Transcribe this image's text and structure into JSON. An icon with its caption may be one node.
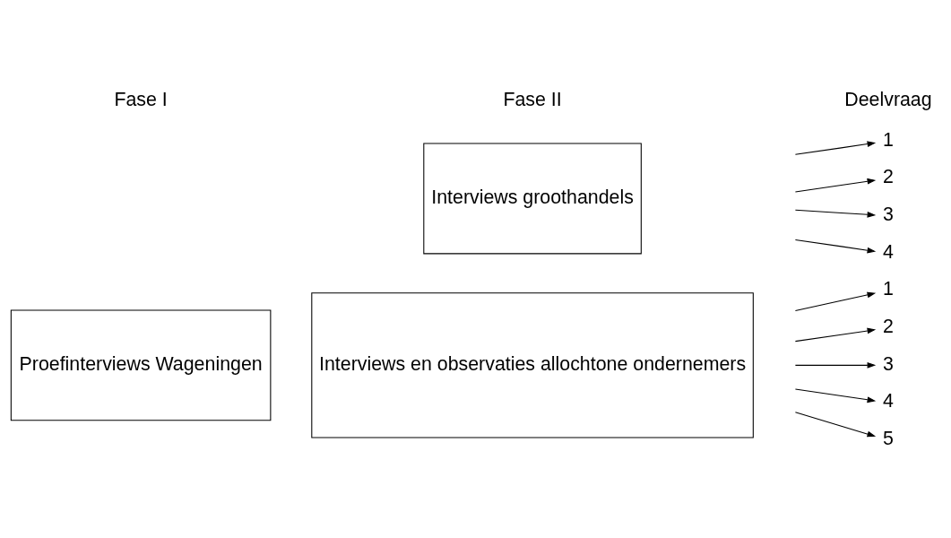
{
  "diagram": {
    "nodes": [
      {
        "text": [
          "Proefinterviews Wageningen"
        ]
      },
      {
        "text": [
          "Interviews en observaties allochtone ondernemers"
        ]
      },
      {
        "text": [
          "Interviews groothandels"
        ]
      },
      {
        "text": [
          "1"
        ]
      },
      {
        "text": [
          "2"
        ]
      },
      {
        "text": [
          "3"
        ]
      },
      {
        "text": [
          "4"
        ]
      },
      {
        "text": [
          "5"
        ]
      },
      {
        "text": [
          "1"
        ]
      },
      {
        "text": [
          "2"
        ]
      },
      {
        "text": [
          "3"
        ]
      },
      {
        "text": [
          "4"
        ]
      }
    ],
    "edges": [
      {
        "from": null,
        "to": 3,
        "arrow": "to"
      },
      {
        "from": null,
        "to": 4,
        "arrow": "to"
      },
      {
        "from": null,
        "to": 5,
        "arrow": "to"
      },
      {
        "from": null,
        "to": 6,
        "arrow": "to"
      },
      {
        "from": null,
        "to": 7,
        "arrow": "to"
      },
      {
        "from": null,
        "to": 8,
        "arrow": "to"
      },
      {
        "from": null,
        "to": 9,
        "arrow": "to"
      },
      {
        "from": null,
        "to": 10,
        "arrow": "to"
      },
      {
        "from": null,
        "to": 11,
        "arrow": "to"
      }
    ],
    "labels": [
      "Fase I",
      "Fase II",
      "Deelvraag"
    ]
  }
}
